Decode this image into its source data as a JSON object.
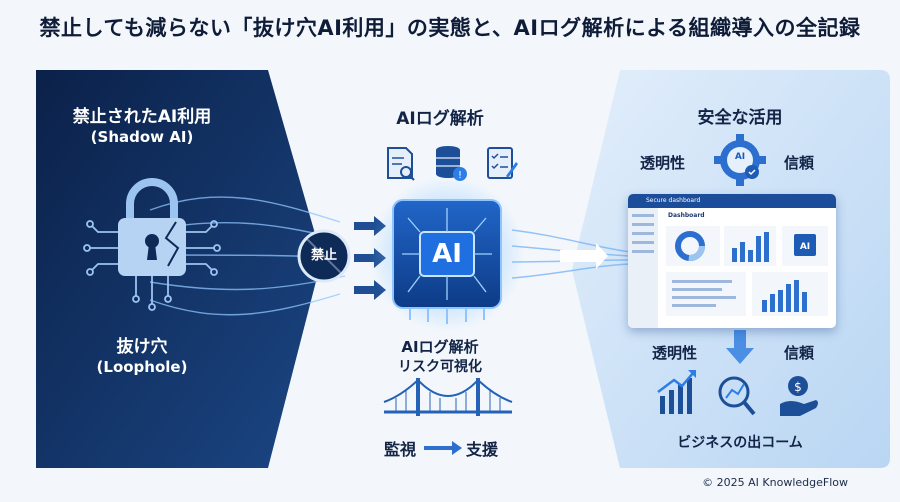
{
  "title": "禁止しても減らない「抜け穴AI利用」の実態と、AIログ解析による組織導入の全記録",
  "left_panel": {
    "title": "禁止されたAI利用",
    "subtitle": "(Shadow AI)",
    "ban_label": "禁止",
    "hole_label": "抜け穴",
    "hole_sub": "(Loophole)"
  },
  "center_panel": {
    "title": "AIログ解析",
    "chip_label": "AI",
    "caption1": "AIログ解析",
    "caption2": "リスク可視化",
    "monitor": "監視",
    "support": "支援"
  },
  "right_panel": {
    "title": "安全な活用",
    "transparency_top": "透明性",
    "trust_top": "信頼",
    "badge_label": "AI",
    "transparency_bottom": "透明性",
    "trust_bottom": "信頼",
    "dashboard_title": "Secure dashboard",
    "dashboard_heading": "Dashboard",
    "dashboard_ai": "AI",
    "outcome": "ビジネスの出コーム"
  },
  "copyright": "© 2025 AI KnowledgeFlow",
  "colors": {
    "navy": "#0e2a57",
    "accent": "#2f7fe0",
    "light": "#d9e9fa",
    "text": "#132446"
  }
}
